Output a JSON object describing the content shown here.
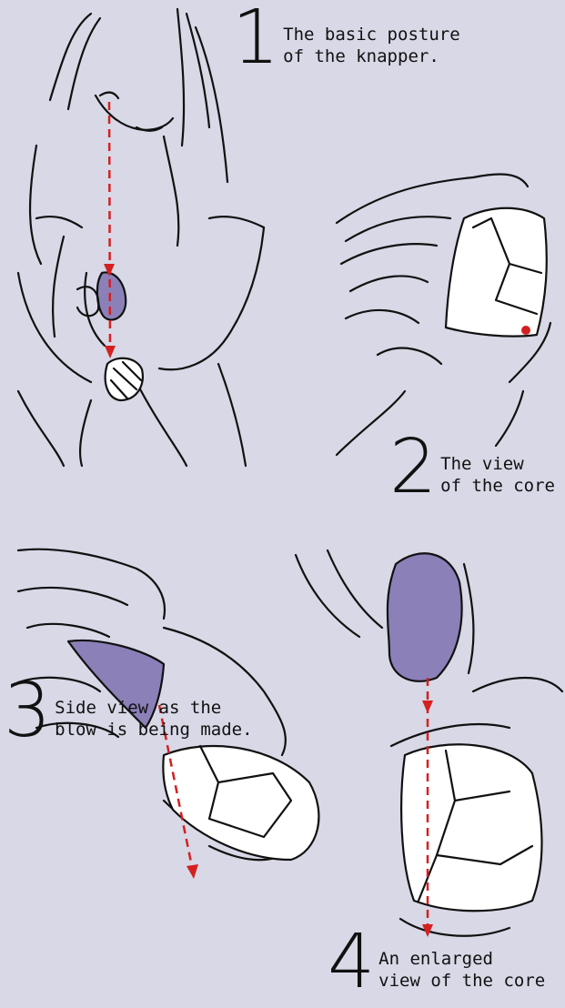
{
  "colors": {
    "background": "#d8d8e6",
    "stone": "#8b80b8",
    "arrow": "#d42020",
    "ink": "#111111",
    "flake": "#ffffff"
  },
  "steps": [
    {
      "number": "1",
      "line1": "The basic posture",
      "line2": "of the knapper."
    },
    {
      "number": "2",
      "line1": "The view",
      "line2": "of the core"
    },
    {
      "number": "3",
      "line1": "Side view as the",
      "line2": "blow is being made."
    },
    {
      "number": "4",
      "line1": "An enlarged",
      "line2": "view of the core"
    }
  ]
}
